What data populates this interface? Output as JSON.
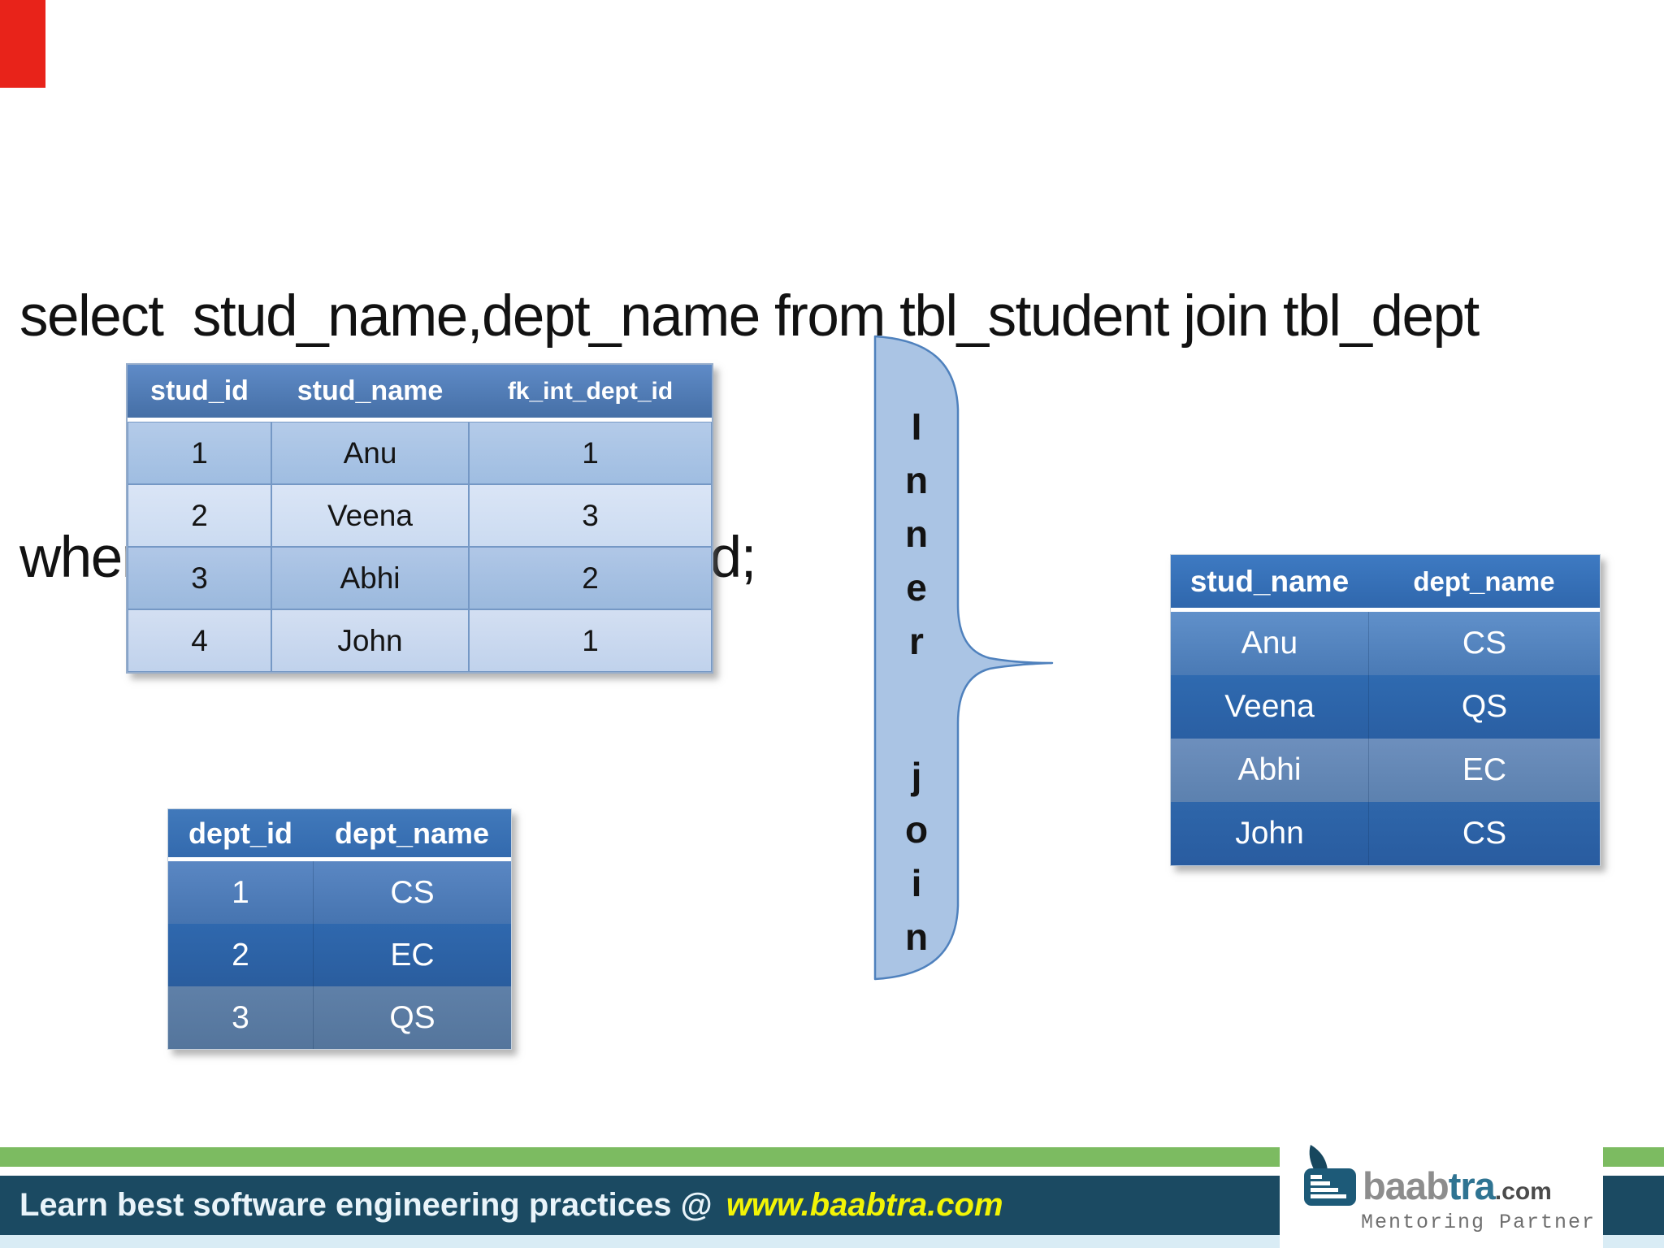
{
  "query": {
    "line1": "select  stud_name,dept_name from tbl_student join tbl_dept",
    "line2": "where dept_id=fk_int_dept_id;"
  },
  "student_table": {
    "headers": [
      "stud_id",
      "stud_name",
      "fk_int_dept_id"
    ],
    "rows": [
      [
        "1",
        "Anu",
        "1"
      ],
      [
        "2",
        "Veena",
        "3"
      ],
      [
        "3",
        "Abhi",
        "2"
      ],
      [
        "4",
        "John",
        "1"
      ]
    ]
  },
  "dept_table": {
    "headers": [
      "dept_id",
      "dept_name"
    ],
    "rows": [
      [
        "1",
        "CS"
      ],
      [
        "2",
        "EC"
      ],
      [
        "3",
        "QS"
      ]
    ]
  },
  "join_label": {
    "letters_top": [
      "I",
      "n",
      "n",
      "e",
      "r"
    ],
    "letters_bottom": [
      "j",
      "o",
      "i",
      "n"
    ]
  },
  "result_table": {
    "headers": [
      "stud_name",
      "dept_name"
    ],
    "rows": [
      [
        "Anu",
        "CS"
      ],
      [
        "Veena",
        "QS"
      ],
      [
        "Abhi",
        "EC"
      ],
      [
        "John",
        "CS"
      ]
    ]
  },
  "footer": {
    "message": "Learn best software engineering practices @ ",
    "url": "www.baabtra.com"
  },
  "logo": {
    "brand_gray": "baab",
    "brand_teal": "tra",
    "brand_suffix": ".com",
    "tagline": "Mentoring Partner",
    "icon": "stairs-chart-flag-icon"
  },
  "colors": {
    "corner_marker": "#e8231a",
    "light_table_band_odd": "#a9c3e5",
    "light_table_band_even": "#d5e2f3",
    "table_header_blue": "#4d7dbd",
    "dark_row_blue": "#2b63a7",
    "brace_fill": "#aac4e4",
    "brace_outline": "#4f81bd",
    "footer_green": "#7cbb61",
    "footer_teal": "#1b4a62",
    "footer_light_strip": "#d9ecf5",
    "footer_url_yellow": "#f2f406",
    "logo_teal": "#1d5a78"
  }
}
